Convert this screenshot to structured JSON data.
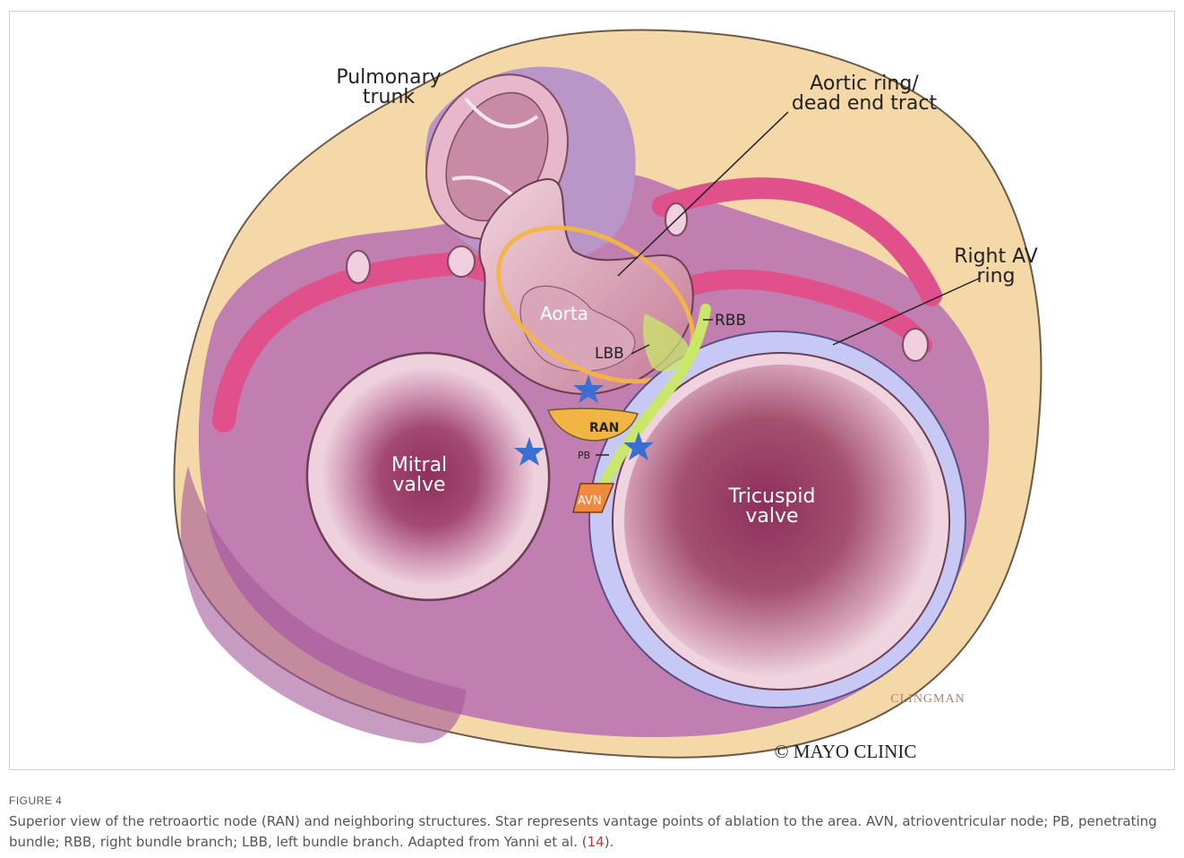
{
  "figure": {
    "labels": {
      "pulmonary_trunk_line1": "Pulmonary",
      "pulmonary_trunk_line2": "trunk",
      "aortic_ring_line1": "Aortic ring/",
      "aortic_ring_line2": "dead end tract",
      "right_av_ring_line1": "Right AV",
      "right_av_ring_line2": "ring",
      "aorta": "Aorta",
      "rbb": "RBB",
      "lbb": "LBB",
      "ran": "RAN",
      "pb": "PB",
      "avn": "AVN",
      "mitral_line1": "Mitral",
      "mitral_line2": "valve",
      "tricuspid_line1": "Tricuspid",
      "tricuspid_line2": "valve",
      "artist": "CLINGMAN",
      "copyright": "© MAYO CLINIC"
    },
    "colors": {
      "fat": "#f5d8a8",
      "tissue": "#c07fb0",
      "aortic_ring": "#f2b544",
      "conduction_path": "#c9e86a",
      "avn": "#f08a3e",
      "ran": "#f2b544",
      "right_av_ring": "#c8c8f5",
      "star": "#3a6fd1",
      "coronary": "#e0508a"
    }
  },
  "caption": {
    "heading": "FIGURE 4",
    "text": "Superior view of the retroaortic node (RAN) and neighboring structures. Star represents vantage points of ablation to the area. AVN, atrioventricular node; PB, penetrating bundle; RBB, right bundle branch; LBB, left bundle branch. Adapted from Yanni et al. (",
    "ref": "14",
    "text_end": ")."
  }
}
